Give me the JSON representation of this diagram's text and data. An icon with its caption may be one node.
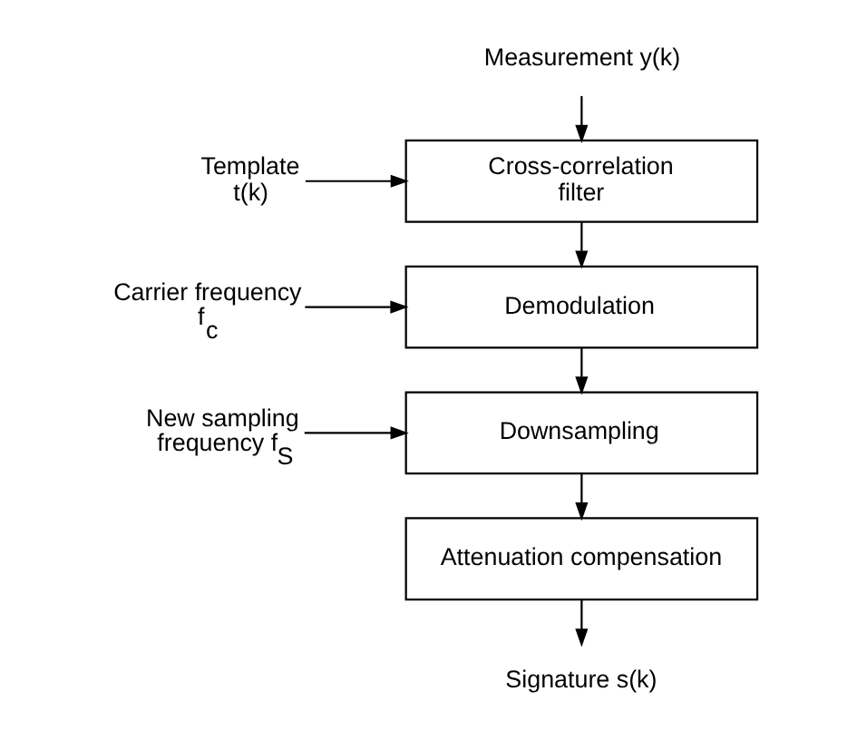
{
  "diagram": {
    "nodes": [
      {
        "text": [
          "Measurement y(k)"
        ]
      },
      {
        "text": [
          "Cross-correlation filter"
        ]
      },
      {
        "text": [
          "Demodulation"
        ]
      },
      {
        "text": [
          "Downsampling"
        ]
      },
      {
        "text": [
          "Attenuation compensation"
        ]
      },
      {
        "text": [
          "Signature s(k)"
        ]
      },
      {
        "text": [
          "Template t(k)"
        ]
      },
      {
        "text": [
          "Carrier frequency f$_{c}$"
        ]
      },
      {
        "text": [
          "New sampling frequency f$_{S}$"
        ]
      }
    ],
    "edges": [
      {
        "from": 0,
        "to": 1,
        "arrow": "to"
      },
      {
        "from": 1,
        "to": 2,
        "arrow": "to"
      },
      {
        "from": 2,
        "to": 3,
        "arrow": "to"
      },
      {
        "from": 3,
        "to": 4,
        "arrow": "to"
      },
      {
        "from": 4,
        "to": 5,
        "arrow": "to"
      },
      {
        "from": 6,
        "to": 1,
        "arrow": "to"
      },
      {
        "from": 7,
        "to": 2,
        "arrow": "to"
      },
      {
        "from": 8,
        "to": 3,
        "arrow": "to"
      }
    ]
  }
}
